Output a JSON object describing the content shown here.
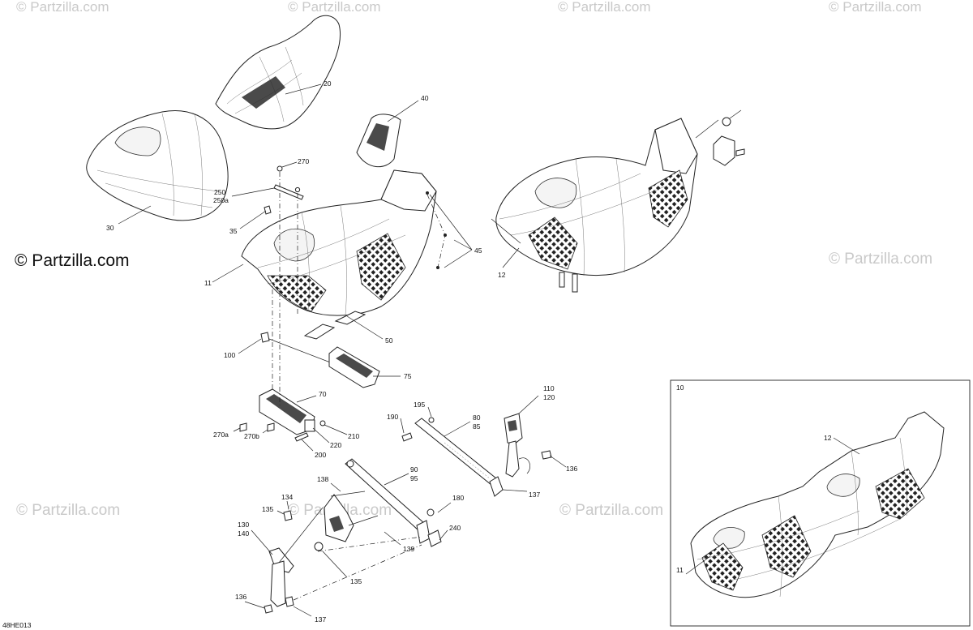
{
  "watermark": {
    "text": "© Partzilla.com"
  },
  "brand": {
    "text": "© Partzilla.com"
  },
  "diagram_code": "48HE013",
  "inset": {
    "label": "10",
    "callouts": {
      "seat_shell": "11",
      "seat_shell_right": "12"
    }
  },
  "callouts": {
    "c20": "20",
    "c30": "30",
    "c40": "40",
    "c270_top": "270",
    "c250": "250",
    "c250a": "250a",
    "c35": "35",
    "c11": "11",
    "c45": "45",
    "c12": "12",
    "c50": "50",
    "c100": "100",
    "c75": "75",
    "c70": "70",
    "c270a": "270a",
    "c270b": "270b",
    "c210": "210",
    "c220": "220",
    "c200": "200",
    "c195": "195",
    "c190": "190",
    "c80": "80",
    "c85": "85",
    "c110": "110",
    "c120": "120",
    "c136_right": "136",
    "c137_right": "137",
    "c90": "90",
    "c95": "95",
    "c138": "138",
    "c134": "134",
    "c135_left": "135",
    "c130": "130",
    "c140": "140",
    "c180": "180",
    "c240": "240",
    "c139": "139",
    "c135_bottom": "135",
    "c136_bottom": "136",
    "c137_bottom": "137"
  }
}
